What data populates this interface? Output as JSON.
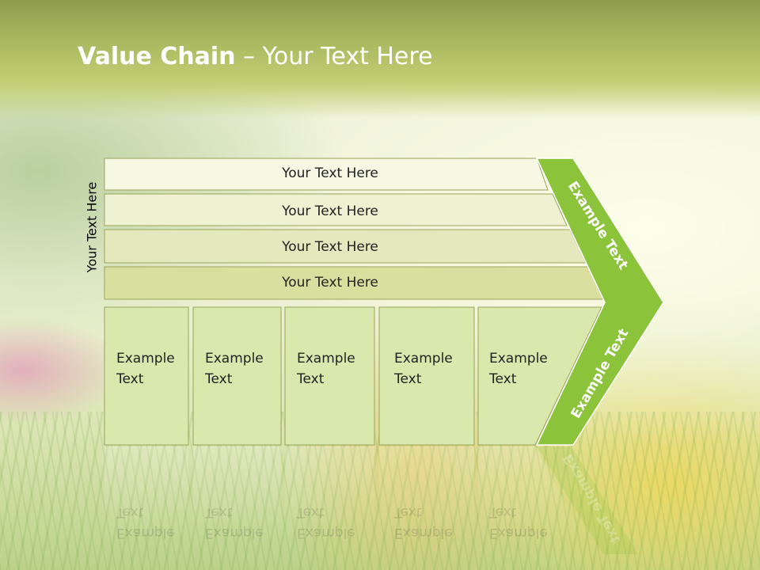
{
  "title": {
    "bold": "Value Chain",
    "rest": " – Your Text Here"
  },
  "vertical_label": "Your Text Here",
  "bars": [
    {
      "label": "Your Text Here",
      "color": "#f6f8e4"
    },
    {
      "label": "Your Text Here",
      "color": "#eef1d2"
    },
    {
      "label": "Your Text Here",
      "color": "#e4e9bd"
    },
    {
      "label": "Your Text Here",
      "color": "#d9e09f"
    }
  ],
  "boxes": [
    {
      "line1": "Example",
      "line2": "Text"
    },
    {
      "line1": "Example",
      "line2": "Text"
    },
    {
      "line1": "Example",
      "line2": "Text"
    },
    {
      "line1": "Example",
      "line2": "Text"
    },
    {
      "line1": "Example",
      "line2": "Text"
    }
  ],
  "chevron": {
    "upper": "Example Text",
    "lower": "Example Text",
    "color": "#8bc33a"
  },
  "box_color": "#d9e9ad"
}
